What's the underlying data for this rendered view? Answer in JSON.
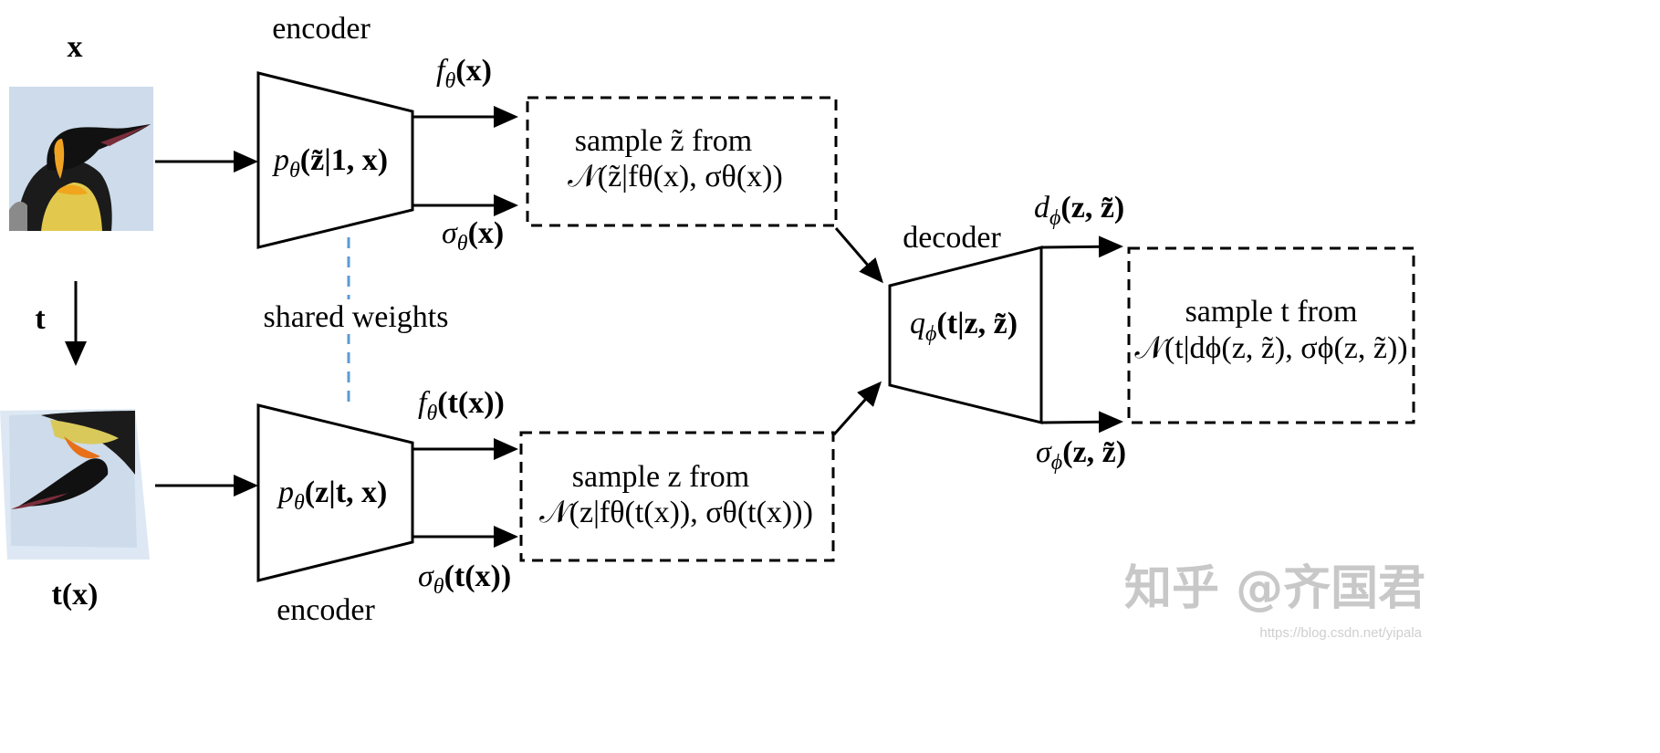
{
  "labels": {
    "x": "x",
    "t": "t",
    "tx": "t(x)",
    "encoder_top": "encoder",
    "encoder_bottom": "encoder",
    "decoder": "decoder",
    "shared_weights": "shared weights"
  },
  "enc_top": {
    "func": "p",
    "func_sub": "θ",
    "args_bold_1": "(z̃|1,",
    "args_tail": " x)"
  },
  "enc_bottom": {
    "func": "p",
    "func_sub": "θ",
    "args": "(z|t, x)"
  },
  "decoder_box": {
    "func": "q",
    "func_sub": "ϕ",
    "args": "(t|z, z̃)"
  },
  "outputs": {
    "f_top": "f",
    "f_top_sub": "θ",
    "f_top_args": "(x)",
    "sigma_top": "σ",
    "sigma_top_sub": "θ",
    "sigma_top_args": "(x)",
    "f_bottom": "f",
    "f_bottom_sub": "θ",
    "f_bottom_args": "(t(x))",
    "sigma_bottom": "σ",
    "sigma_bottom_sub": "θ",
    "sigma_bottom_args": "(t(x))",
    "d_dec": "d",
    "d_dec_sub": "ϕ",
    "d_dec_args": "(z, z̃)",
    "sigma_dec": "σ",
    "sigma_dec_sub": "ϕ",
    "sigma_dec_args": "(z, z̃)"
  },
  "sample_boxes": {
    "top_line1": "sample z̃ from",
    "top_line2": "𝒩(z̃|fθ(x), σθ(x))",
    "bottom_line1": "sample z from",
    "bottom_line2": "𝒩(z|fθ(t(x)), σθ(t(x)))",
    "right_line1": "sample t from",
    "right_line2": "𝒩(t|dϕ(z, z̃), σϕ(z, z̃))"
  },
  "watermark": {
    "text": "知乎 @齐国君",
    "url": "https://blog.csdn.net/yipala"
  },
  "colors": {
    "shared_line": "#5b9bd5",
    "stroke": "#000000",
    "sky": "#cddbea",
    "watermark": "#c8c8c8"
  }
}
